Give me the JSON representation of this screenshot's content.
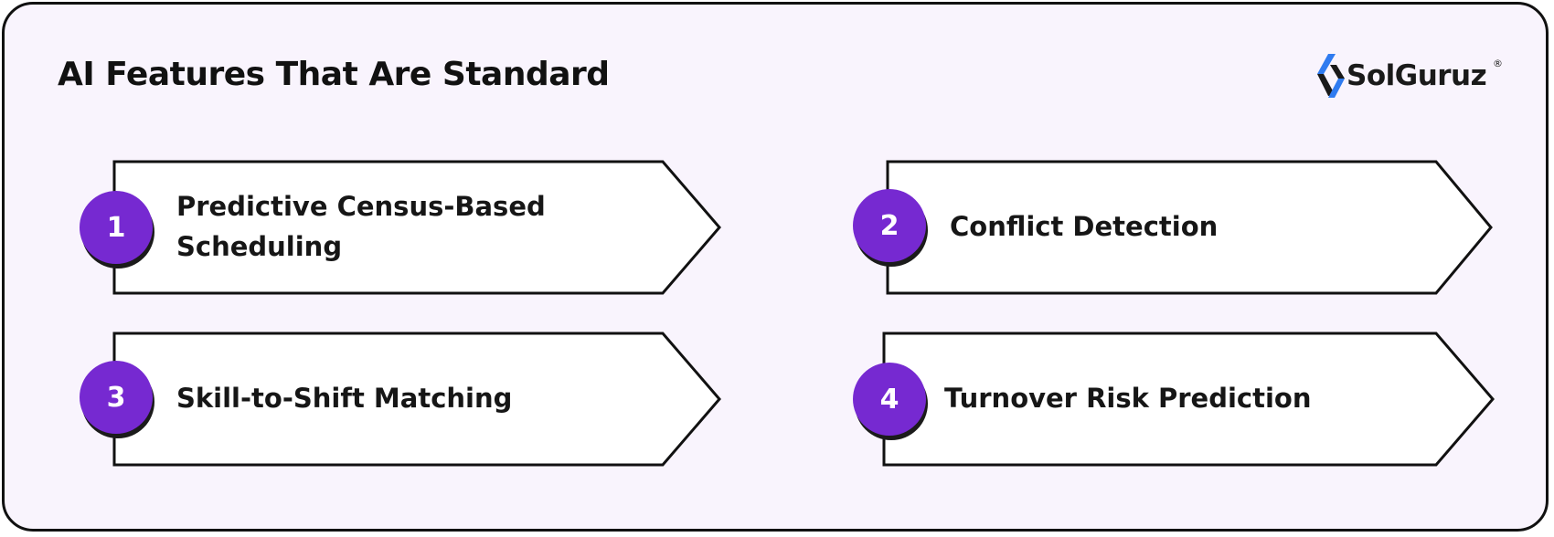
{
  "title": "AI Features That Are Standard",
  "brand": {
    "name": "SolGuruz",
    "registered_mark": "®",
    "colors": {
      "mark_primary": "#2f7bf0",
      "mark_secondary": "#1a1a1a"
    }
  },
  "colors": {
    "background": "#f9f4fd",
    "badge": "#7629d1",
    "card_fill": "#ffffff",
    "outline": "#111111"
  },
  "features": [
    {
      "number": "1",
      "label": "Predictive Census-Based Scheduling"
    },
    {
      "number": "2",
      "label": "Conflict Detection"
    },
    {
      "number": "3",
      "label": "Skill-to-Shift Matching"
    },
    {
      "number": "4",
      "label": "Turnover Risk Prediction"
    }
  ]
}
